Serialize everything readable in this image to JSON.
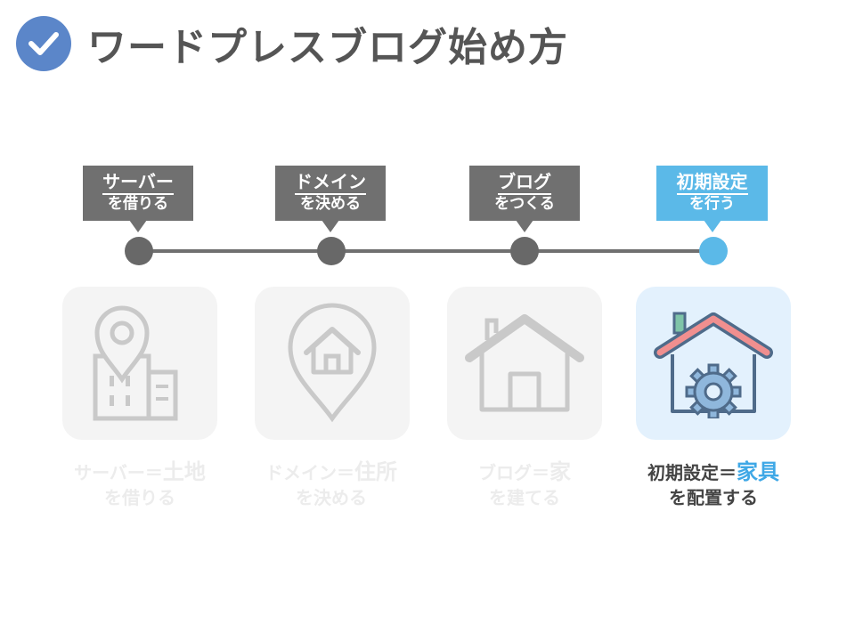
{
  "header": {
    "title": "ワードプレスブログ始め方",
    "icon": "check-circle-icon"
  },
  "steps": [
    {
      "tag_line1": "サーバー",
      "tag_line2": "を借りる",
      "icon": "map-pin-building-icon",
      "caption_prefix": "サーバー＝",
      "caption_keyword": "土地",
      "caption_line2": "を借りる",
      "active": false
    },
    {
      "tag_line1": "ドメイン",
      "tag_line2": "を決める",
      "icon": "location-pin-house-icon",
      "caption_prefix": "ドメイン＝",
      "caption_keyword": "住所",
      "caption_line2": "を決める",
      "active": false
    },
    {
      "tag_line1": "ブログ",
      "tag_line2": "をつくる",
      "icon": "house-icon",
      "caption_prefix": "ブログ＝",
      "caption_keyword": "家",
      "caption_line2": "を建てる",
      "active": false
    },
    {
      "tag_line1": "初期設定",
      "tag_line2": "を行う",
      "icon": "house-gear-icon",
      "caption_prefix": "初期設定＝",
      "caption_keyword": "家具",
      "caption_line2": "を配置する",
      "active": true
    }
  ],
  "colors": {
    "active": "#5bb9e8",
    "inactive": "#707070",
    "title": "#555555",
    "check": "#5b86c9"
  }
}
